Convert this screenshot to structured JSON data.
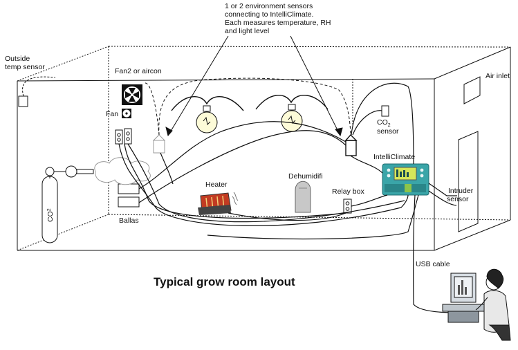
{
  "title": "Typical grow room layout",
  "labels": {
    "outside_temp_line1": "Outside",
    "outside_temp_line2": "temp sensor",
    "fan2": "Fan2 or aircon",
    "fan": "Fan",
    "sensors_line1": "1 or 2 environment sensors",
    "sensors_line2": "connecting to IntelliClimate.",
    "sensors_line3": "Each measures temperature, RH",
    "sensors_line4": "and light level",
    "air_inlet": "Air inlet",
    "co2_sensor_line1": "CO",
    "co2_sensor_sub": "2",
    "co2_sensor_line2": "sensor",
    "intelliclimate": "IntelliClimate",
    "dehumidifier": "Dehumidifi",
    "heater": "Heater",
    "relay_box": "Relay box",
    "intruder_line1": "Intruder",
    "intruder_line2": "sensor",
    "ballast": "Ballas",
    "co2_tank": "CO",
    "co2_tank_sub": "2",
    "usb_cable": "USB cable"
  },
  "icons": [
    "fan-icon",
    "light-bulb-icon",
    "environment-sensor-icon",
    "co2-sensor-icon",
    "co2-tank-icon",
    "heater-icon",
    "dehumidifier-icon",
    "relay-box-icon",
    "controller-icon",
    "computer-user-icon",
    "door-icon",
    "window-icon"
  ],
  "colors": {
    "line": "#111111",
    "controller_body": "#3aa5a8",
    "controller_screen": "#d6e65a",
    "heater_body": "#c23b22",
    "dehumidifier_body": "#bdbdbd"
  }
}
